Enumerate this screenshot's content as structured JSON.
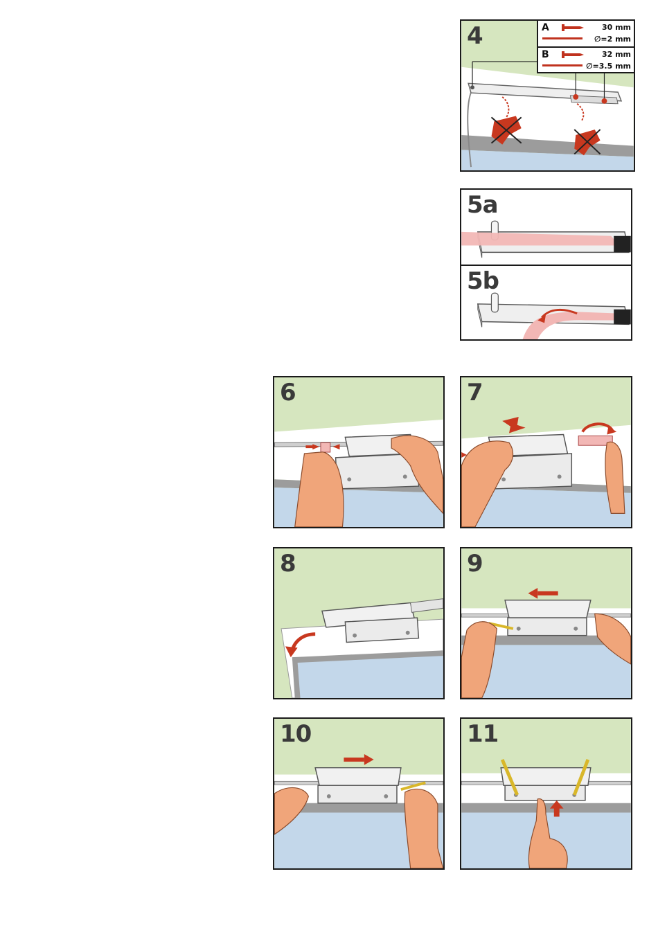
{
  "figures": [
    {
      "id": "4",
      "label": "4"
    },
    {
      "id": "5a",
      "label": "5a"
    },
    {
      "id": "5b",
      "label": "5b"
    },
    {
      "id": "6",
      "label": "6"
    },
    {
      "id": "7",
      "label": "7"
    },
    {
      "id": "8",
      "label": "8"
    },
    {
      "id": "9",
      "label": "9"
    },
    {
      "id": "10",
      "label": "10"
    },
    {
      "id": "11",
      "label": "11"
    }
  ],
  "legend": {
    "a": {
      "letter": "A",
      "length": "30 mm",
      "diameter": "∅=2 mm"
    },
    "b": {
      "letter": "B",
      "length": "32 mm",
      "diameter": "∅=3.5 mm"
    }
  },
  "colors": {
    "wall_green": "#cfe3b0",
    "glass_blue": "#c3d7ea",
    "arrow_red": "#c8381f",
    "skin": "#f0a57a",
    "frame_grey": "#9a9a9a"
  }
}
